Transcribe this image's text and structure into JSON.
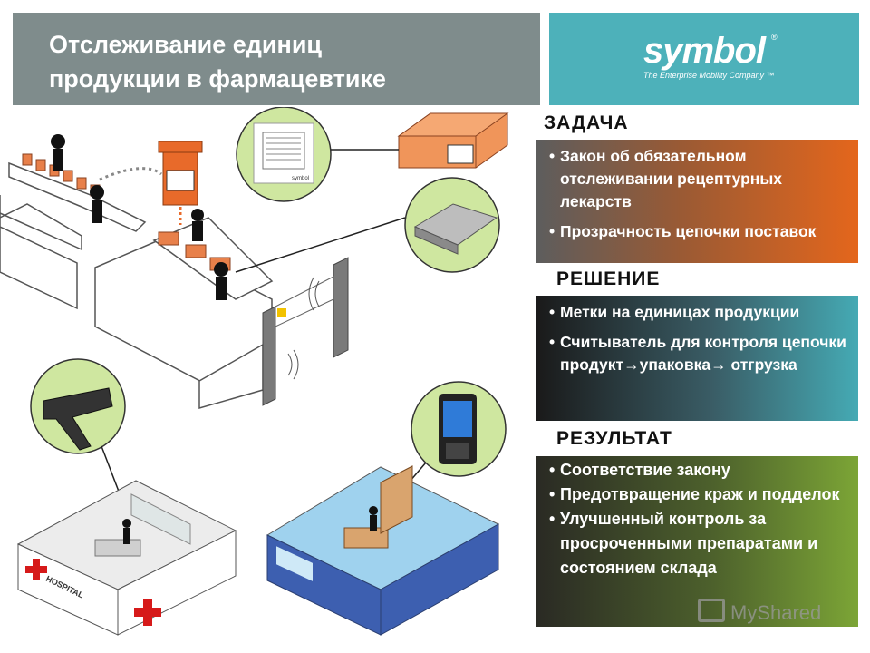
{
  "title": {
    "line1": "Отслеживание единиц",
    "line2": "продукции в фармацевтике"
  },
  "logo": {
    "word": "symbol",
    "tagline": "The Enterprise Mobility Company ™"
  },
  "sections": {
    "task": {
      "label": "ЗАДАЧА",
      "items": [
        "Закон об обязательном отслеживании рецептурных лекарств",
        "Прозрачность цепочки поставок"
      ]
    },
    "solution": {
      "label": "РЕШЕНИЕ",
      "items": [
        "Метки на единицах продукции",
        "Считыватель для контроля цепочки продукт→упаковка→ отгрузка"
      ]
    },
    "result": {
      "label": "РЕЗУЛЬТАТ",
      "items": [
        "Соответствие закону",
        "Предотвращение краж и подделок",
        "Улучшенный контроль за просроченными препаратами и состоянием склада"
      ]
    }
  },
  "illustration": {
    "hospital_sign": "HOSPITAL",
    "tag_brand": "symbol"
  },
  "watermark": "MyShared",
  "colors": {
    "task_accent": "#e4661c",
    "solution_accent": "#45aab4",
    "result_accent": "#7ca536",
    "title_bg": "#7f8c8c",
    "logo_bg": "#4db1ba"
  }
}
